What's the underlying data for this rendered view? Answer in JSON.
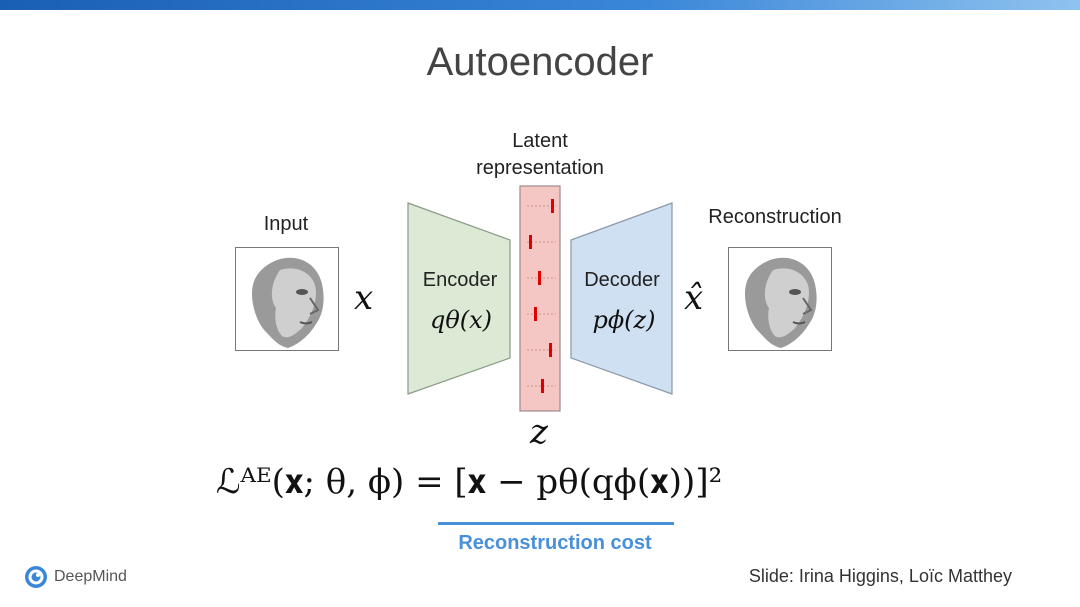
{
  "title": "Autoencoder",
  "labels": {
    "latent_line1": "Latent",
    "latent_line2": "representation",
    "input": "Input",
    "reconstruction": "Reconstruction",
    "encoder": "Encoder",
    "decoder": "Decoder"
  },
  "math": {
    "x": "x",
    "x_hat": "x̂",
    "z": "z",
    "encoder_fn": "qθ(x)",
    "decoder_fn": "pϕ(z)",
    "loss_formula": "ℒᴬᴱ(𝐱; θ, ϕ) = [𝐱 − pθ(qϕ(𝐱))]²"
  },
  "reconstruction_cost": "Reconstruction cost",
  "logo": "DeepMind",
  "credit": "Slide: Irina Higgins, Loïc Matthey",
  "colors": {
    "encoder_fill": "#dbe9d5",
    "decoder_fill": "#cfe0f2",
    "latent_fill": "#f4c7c5",
    "latent_tick": "#e00000",
    "accent": "#4a90d9"
  },
  "icons": {
    "input_image": "face-image",
    "output_image": "face-image",
    "logo": "deepmind-logo-icon"
  }
}
